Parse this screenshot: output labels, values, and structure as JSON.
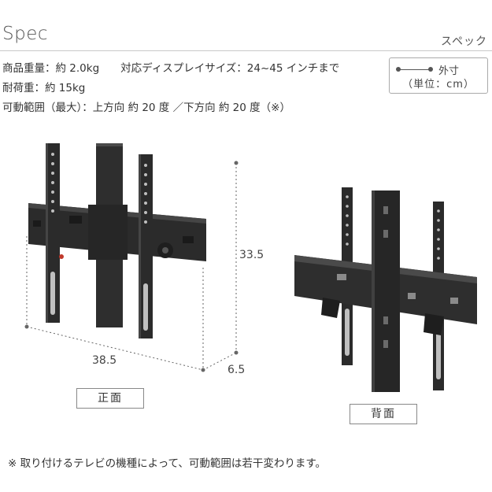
{
  "header": {
    "title": "Spec",
    "subtitle": "スペック"
  },
  "specs": {
    "line1": "商品重量：約 2.0kg　　対応ディスプレイサイズ：24~45 インチまで",
    "line2": "耐荷重：約 15kg",
    "line3": "可動範囲（最大）：上方向 約 20 度 ／下方向 約 20 度（※）"
  },
  "legend": {
    "label": "外寸",
    "unit": "（単位：cm）"
  },
  "dimensions": {
    "height": "33.5",
    "width": "38.5",
    "depth": "6.5"
  },
  "views": {
    "front_label": "正面",
    "back_label": "背面"
  },
  "note": "※ 取り付けるテレビの機種によって、可動範囲は若干変わります。",
  "colors": {
    "metal": "#2b2b2b",
    "metal_edge": "#4a4a4a",
    "dim_line": "#666666",
    "accent_red": "#c0392b"
  }
}
